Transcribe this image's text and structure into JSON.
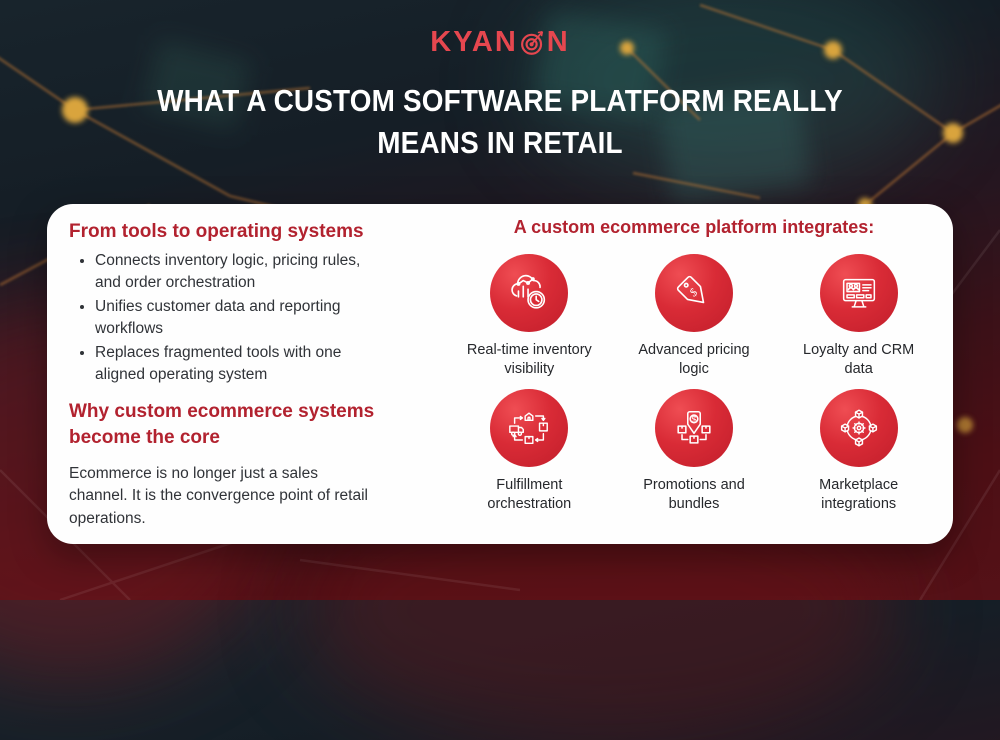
{
  "logo": {
    "text_before": "KYAN",
    "text_after": "N",
    "full_name": "KYANON",
    "color": "#e6474f"
  },
  "title": {
    "text": "WHAT A CUSTOM SOFTWARE PLATFORM REALLY\nMEANS IN RETAIL"
  },
  "card": {
    "left": {
      "section1": {
        "heading": "From tools to operating systems",
        "bullets": [
          "Connects inventory logic, pricing rules,\nand order orchestration",
          "Unifies customer data and reporting\nworkflows",
          "Replaces fragmented tools with one\naligned operating system"
        ]
      },
      "section2": {
        "heading": "Why custom ecommerce systems\nbecome the core",
        "body": "Ecommerce is no longer just a sales\nchannel. It is the convergence point of retail\noperations."
      }
    },
    "right": {
      "heading": "A custom ecommerce platform integrates:",
      "items": [
        {
          "icon": "realtime-inventory-icon",
          "label": "Real-time inventory\nvisibility"
        },
        {
          "icon": "pricing-tag-icon",
          "label": "Advanced pricing\nlogic"
        },
        {
          "icon": "crm-monitor-icon",
          "label": "Loyalty and CRM\ndata"
        },
        {
          "icon": "fulfillment-flow-icon",
          "label": "Fulfillment\norchestration"
        },
        {
          "icon": "promotions-bundle-icon",
          "label": "Promotions and\nbundles"
        },
        {
          "icon": "marketplace-integration-icon",
          "label": "Marketplace\nintegrations"
        }
      ]
    }
  },
  "colors": {
    "accent_red": "#b2222f",
    "logo_red": "#e6474f",
    "icon_circle_red": "#d92b36",
    "background_top": "#18242c",
    "background_bottom": "#551117",
    "card_background": "#fefefe",
    "body_text": "#303338",
    "title_text": "#ffffff"
  }
}
